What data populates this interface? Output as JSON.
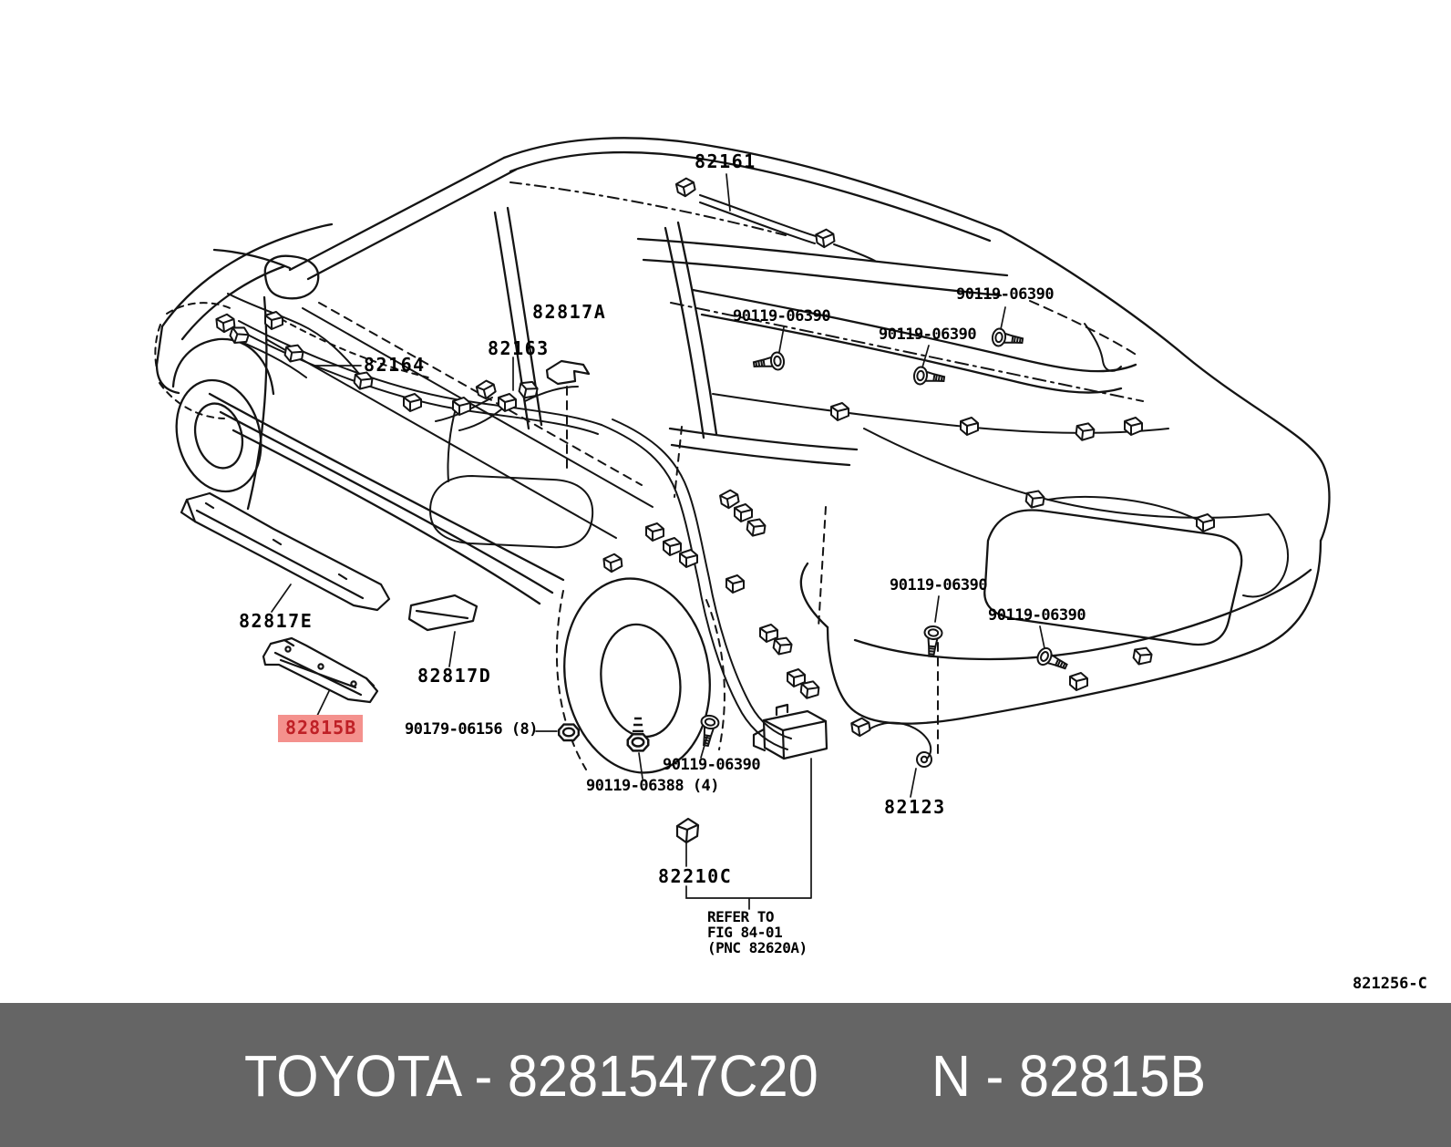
{
  "diagram": {
    "figure_code": "821256-C",
    "labels": {
      "p82161": "82161",
      "p82817a": "82817A",
      "p82163": "82163",
      "p82164": "82164",
      "p82817e": "82817E",
      "p82817d": "82817D",
      "p82815b": "82815B",
      "p82123": "82123",
      "p82210c": "82210C",
      "bolt": "90119-06390",
      "bolt_qty4": "90119-06388 (4)",
      "nut_qty8": "90179-06156 (8)"
    },
    "refer_note": {
      "line1": "REFER TO",
      "line2": "FIG 84-01",
      "line3": "(PNC 82620A)"
    },
    "highlighted_part": "82815B",
    "colors": {
      "highlight_bg": "#f4918d",
      "highlight_text": "#bf2026",
      "line": "#141414",
      "footer_bg": "#656565",
      "footer_text": "#ffffff"
    }
  },
  "footer": {
    "brand_part": "TOYOTA - 8281547C20",
    "part_ref": "N - 82815B"
  }
}
